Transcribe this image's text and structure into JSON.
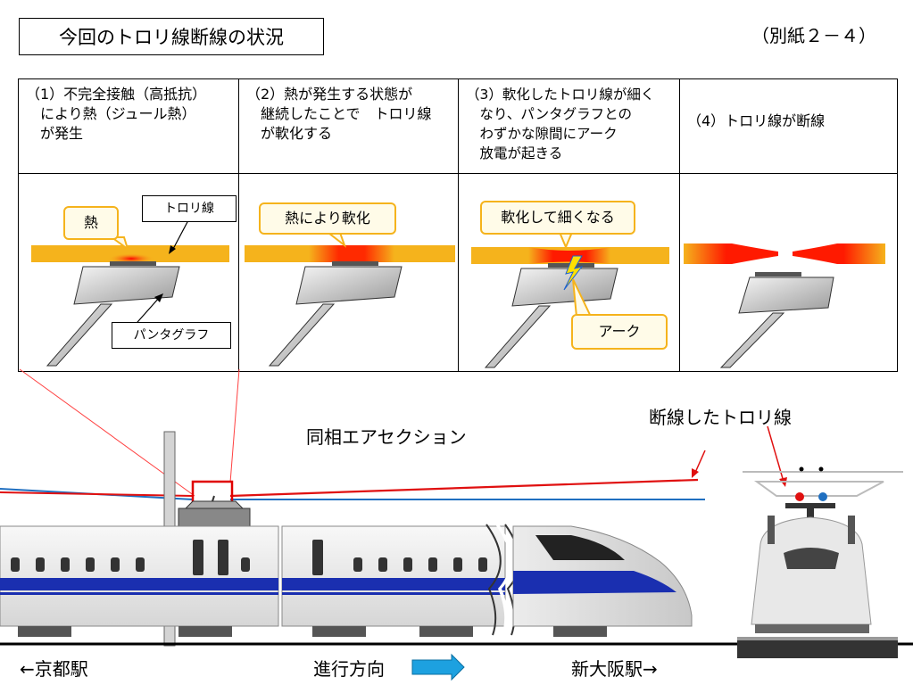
{
  "title": "今回のトロリ線断線の状況",
  "reference": "（別紙２－４）",
  "steps": [
    {
      "text": "（1）不完全接触（高抵抗）\n　により熱（ジュール熱）\n　が発生",
      "callout_heat": "熱",
      "callout_wire": "トロリ線",
      "callout_panto": "パンタグラフ"
    },
    {
      "text": "（2）熱が発生する状態が\n　継続したことで　トロリ線\n　が軟化する",
      "callout": "熱により軟化"
    },
    {
      "text": "（3）軟化したトロリ線が細く\n　なり、パンタグラフとの\n　わずかな隙間にアーク\n　放電が起きる",
      "callout": "軟化して細くなる",
      "callout_arc": "アーク"
    },
    {
      "text": "（4）トロリ線が断線"
    }
  ],
  "scene": {
    "air_section_label": "同相エアセクション",
    "broken_wire_label": "断線したトロリ線",
    "left_station": "←京都駅",
    "direction_label": "進行方向",
    "right_station": "新大阪駅→"
  },
  "colors": {
    "wire": "#f5b31c",
    "hot": "#ff0000",
    "callout_border": "#f5b31c",
    "arrow_blue": "#1da1e0",
    "train_stripe": "#1a2fb0"
  }
}
